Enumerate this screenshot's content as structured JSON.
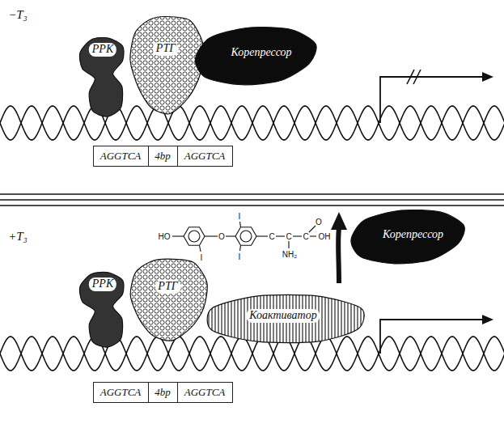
{
  "diagram": {
    "nodes": [
      {
        "text": [
          "РРК"
        ]
      },
      {
        "text": [
          "РТГ"
        ]
      },
      {
        "text": [
          "Корепрессор"
        ]
      },
      {
        "text": [
          "AGGTCA"
        ]
      },
      {
        "text": [
          "4bp"
        ]
      },
      {
        "text": [
          "AGGTCA"
        ]
      },
      {
        "text": [
          "РРК"
        ]
      },
      {
        "text": [
          "РТГ"
        ]
      },
      {
        "text": [
          "Корепрессор"
        ]
      },
      {
        "text": [
          "Коактиватор"
        ]
      },
      {
        "text": [
          "AGGTCA"
        ]
      },
      {
        "text": [
          "4bp"
        ]
      },
      {
        "text": [
          "AGGTCA"
        ]
      }
    ],
    "labels": [
      "−T₃",
      "+T₃",
      "HO",
      "I",
      "O",
      "I",
      "I",
      "C",
      "C",
      "C",
      "O",
      "OH",
      "NH₂"
    ]
  }
}
